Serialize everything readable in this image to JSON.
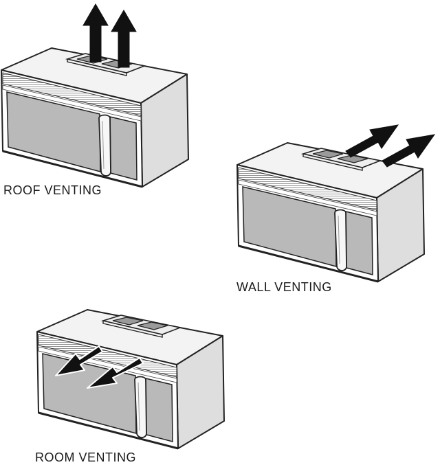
{
  "panels": {
    "roof": {
      "label": "ROOF VENTING"
    },
    "wall": {
      "label": "WALL VENTING"
    },
    "room": {
      "label": "ROOM VENTING"
    }
  }
}
